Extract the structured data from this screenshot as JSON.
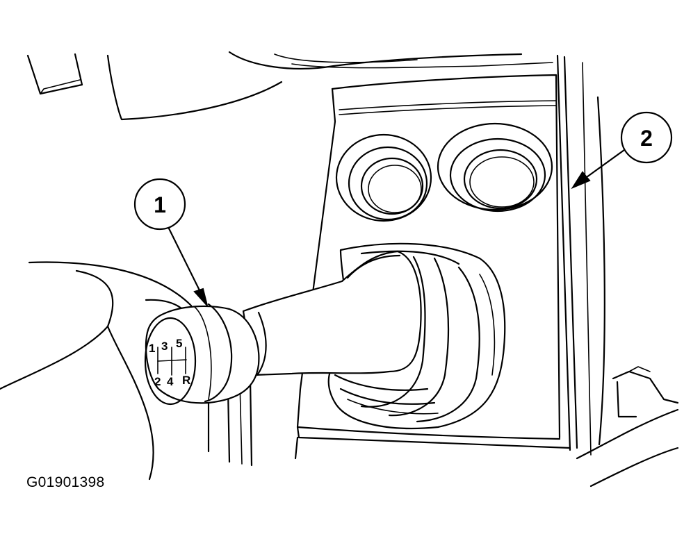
{
  "callouts": [
    {
      "label": "1"
    },
    {
      "label": "2"
    }
  ],
  "shift_pattern": {
    "top": [
      "1",
      "3",
      "5"
    ],
    "bottom": [
      "2",
      "4",
      "R"
    ]
  },
  "figure_id": "G01901398"
}
